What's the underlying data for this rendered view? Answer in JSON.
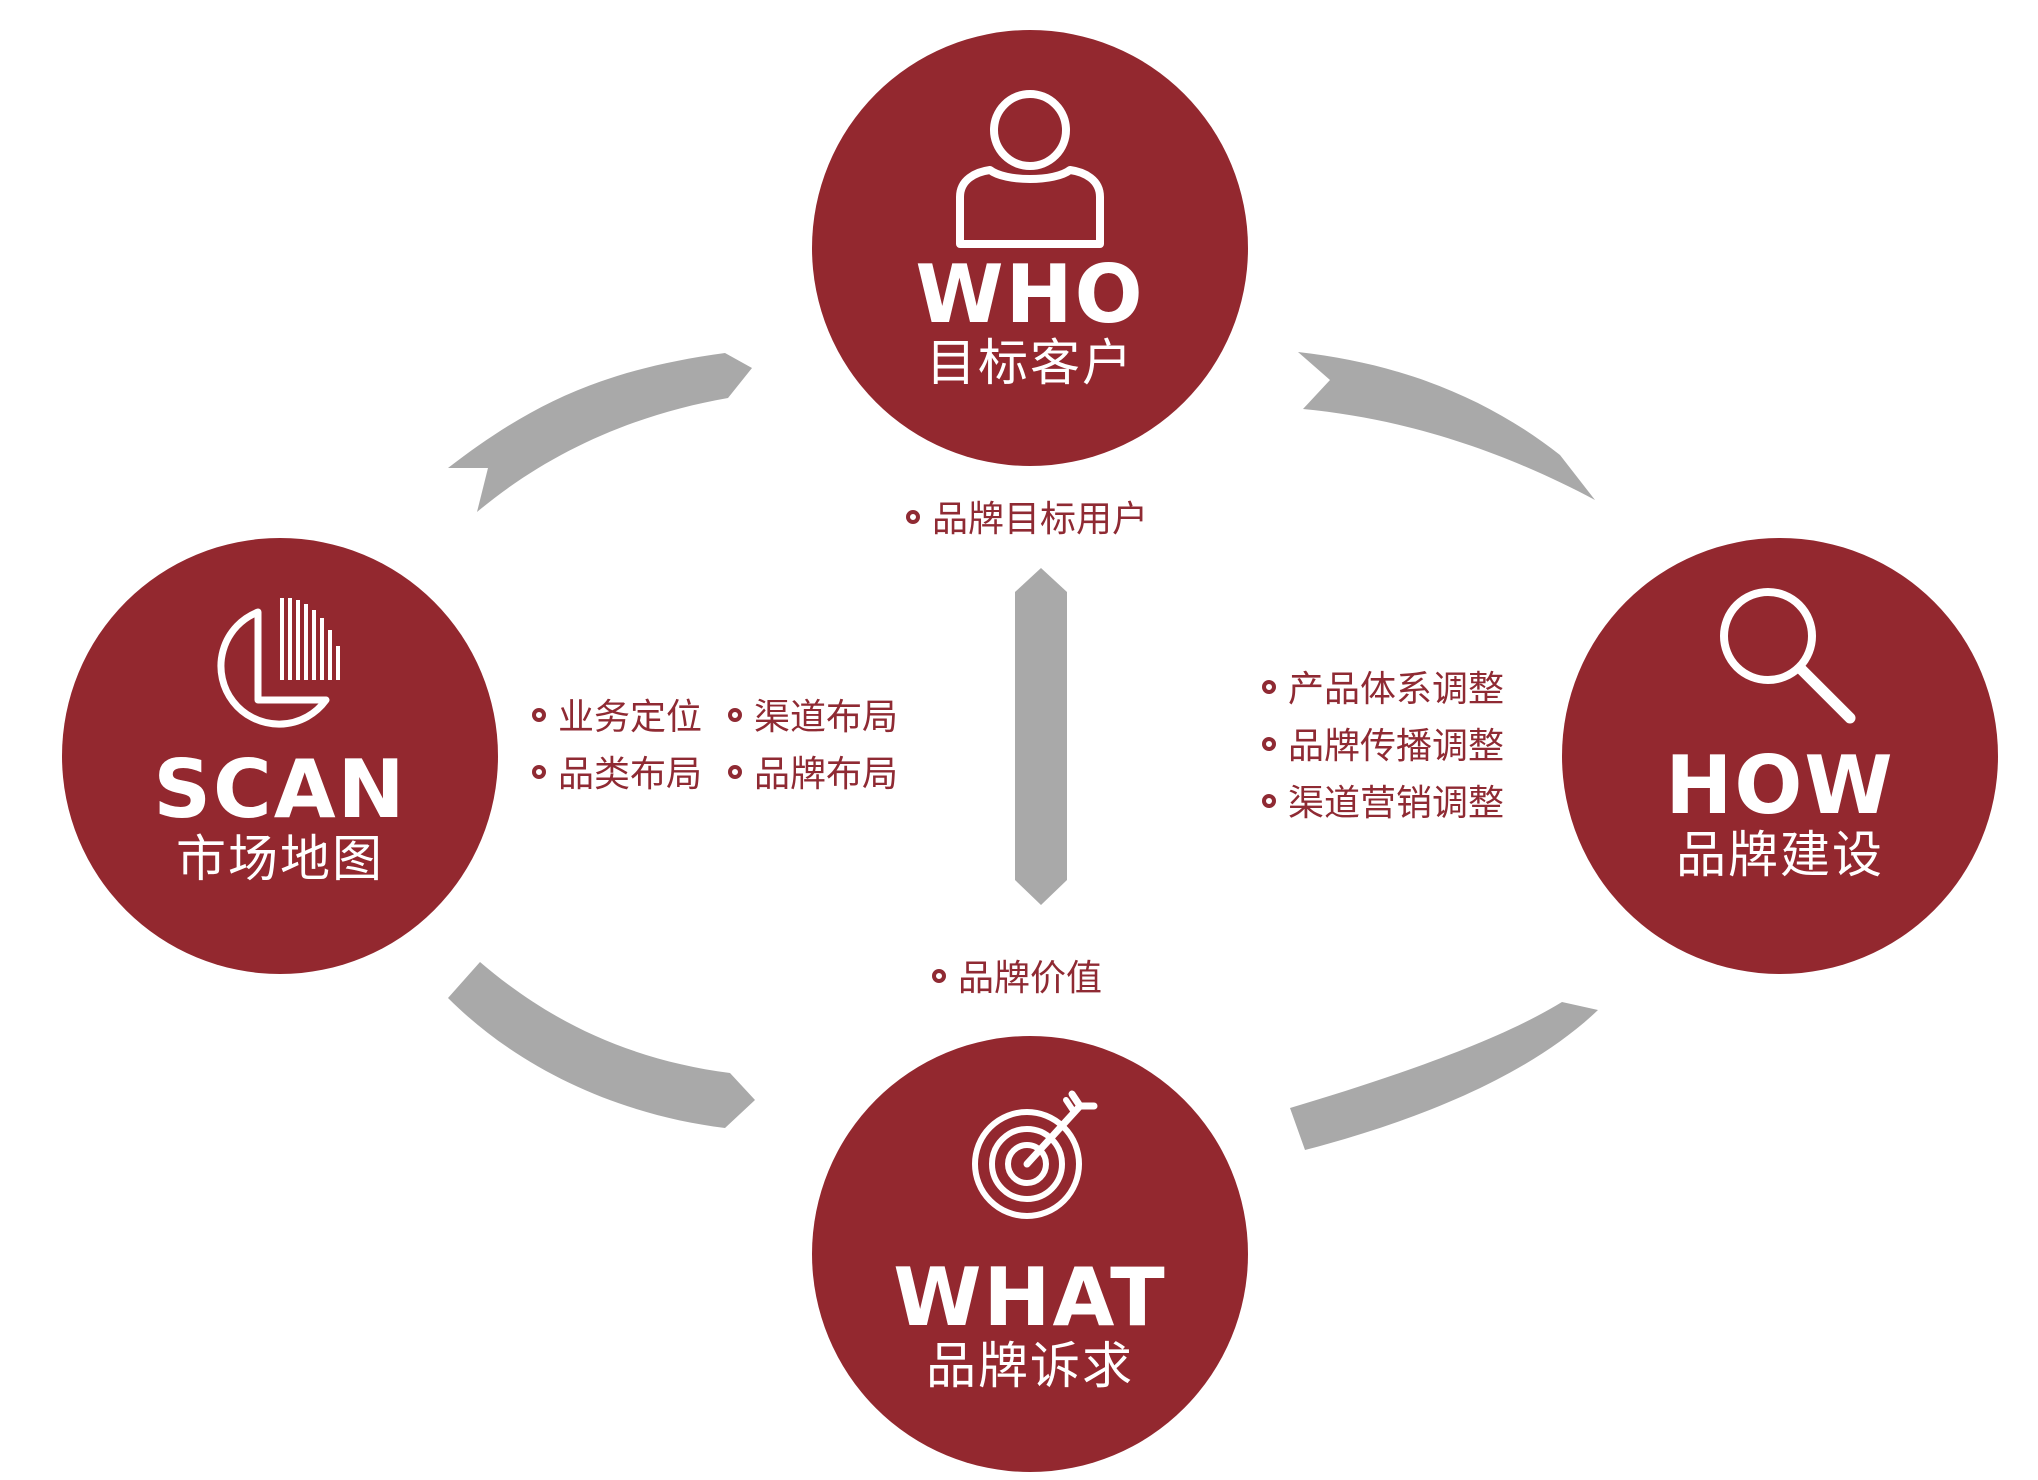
{
  "colors": {
    "node_fill": "#93282f",
    "arrow": "#a9a9a9",
    "bullet_text": "#8f2a33",
    "icon_stroke": "#ffffff"
  },
  "nodes": {
    "who": {
      "title": "WHO",
      "subtitle": "目标客户",
      "icon": "person-icon"
    },
    "how": {
      "title": "HOW",
      "subtitle": "品牌建设",
      "icon": "magnifier-icon"
    },
    "what": {
      "title": "WHAT",
      "subtitle": "品牌诉求",
      "icon": "target-icon"
    },
    "scan": {
      "title": "SCAN",
      "subtitle": "市场地图",
      "icon": "pie-chart-icon"
    }
  },
  "bullets": {
    "who": [
      "品牌目标用户"
    ],
    "what": [
      "品牌价值"
    ],
    "scan": [
      "业务定位",
      "渠道布局",
      "品类布局",
      "品牌布局"
    ],
    "how": [
      "产品体系调整",
      "品牌传播调整",
      "渠道营销调整"
    ]
  }
}
